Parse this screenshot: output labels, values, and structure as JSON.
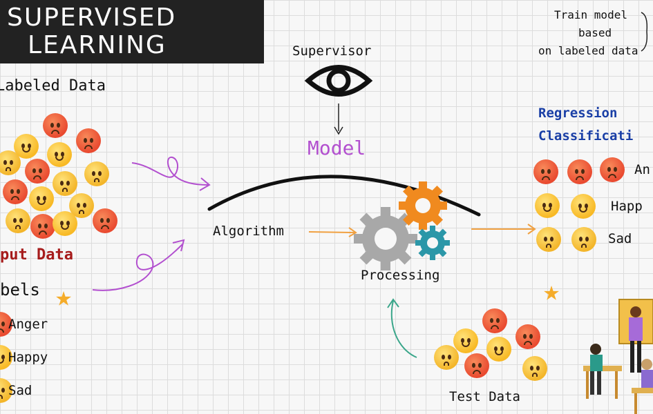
{
  "title": {
    "line1": "SUPERVISED",
    "line2": "LEARNING"
  },
  "labeled_data": "Labeled Data",
  "input_data": "put Data",
  "labels": "bels",
  "legend_left": [
    {
      "label": "Anger",
      "icon": "anger-emoji"
    },
    {
      "label": "Happy",
      "icon": "happy-emoji"
    },
    {
      "label": "Sad",
      "icon": "sad-emoji"
    }
  ],
  "supervisor": "Supervisor",
  "model": "Model",
  "algorithm": "Algorithm",
  "processing": "Processing",
  "test_data": "Test Data",
  "train_note": {
    "line1": "Train model",
    "line2": "based",
    "line3": "on labeled data"
  },
  "task_types": {
    "regression": "Regression",
    "classification": "Classificati"
  },
  "results": [
    {
      "label": "An",
      "icon": "anger-emoji"
    },
    {
      "label": "Happ",
      "icon": "happy-emoji"
    },
    {
      "label": "Sad",
      "icon": "sad-emoji"
    }
  ],
  "colors": {
    "purple": "#b24fcf",
    "darkred": "#a61b1b",
    "blue": "#1a3fa6",
    "orange_arrow": "#f0a040",
    "teal_arrow": "#3aa68a",
    "gear_orange": "#f08a1f",
    "gear_grey": "#a8a8a8",
    "gear_teal": "#2b97a8"
  }
}
